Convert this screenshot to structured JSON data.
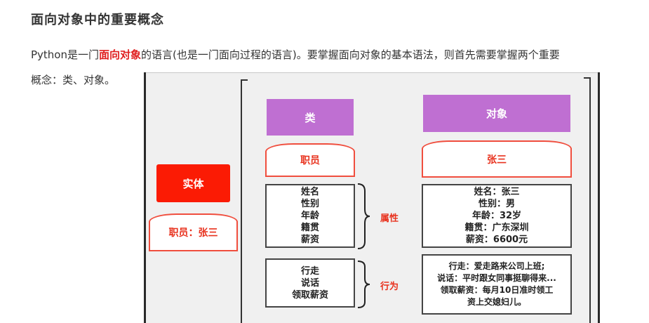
{
  "heading": "面向对象中的重要概念",
  "paragraph": {
    "part1": "Python是一门",
    "highlight": "面向对象",
    "part2": "的语言(也是一门面向过程的语言)。要掌握面向对象的基本语法，则首先需要掌握两个重要",
    "line2": "概念：类、对象。"
  },
  "diagram": {
    "entity_title": "实体",
    "entity_example": "职员：张三",
    "class_title": "类",
    "object_title": "对象",
    "class_name": "职员",
    "object_name": "张三",
    "class_attributes": [
      "姓名",
      "性别",
      "年龄",
      "籍贯",
      "薪资"
    ],
    "object_attributes": [
      "姓名：张三",
      "性别：男",
      "年龄：32岁",
      "籍贯：广东深圳",
      "薪资：6600元"
    ],
    "attributes_label": "属性",
    "class_behaviors": [
      "行走",
      "说话",
      "领取薪资"
    ],
    "object_behaviors": [
      "行走：爱走路来公司上班;",
      "说话：平时跟女同事挺聊得来...",
      "领取薪资：每月10日准时领工",
      "资上交媳妇儿。"
    ],
    "behaviors_label": "行为"
  }
}
